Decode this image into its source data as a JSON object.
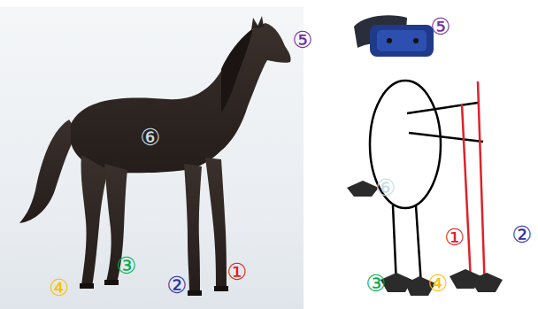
{
  "diagram": {
    "labels": [
      "⑤",
      "⑥",
      "③",
      "④",
      "②",
      "①",
      "⑤",
      "⑥",
      "①",
      "②",
      "③",
      "④"
    ]
  }
}
